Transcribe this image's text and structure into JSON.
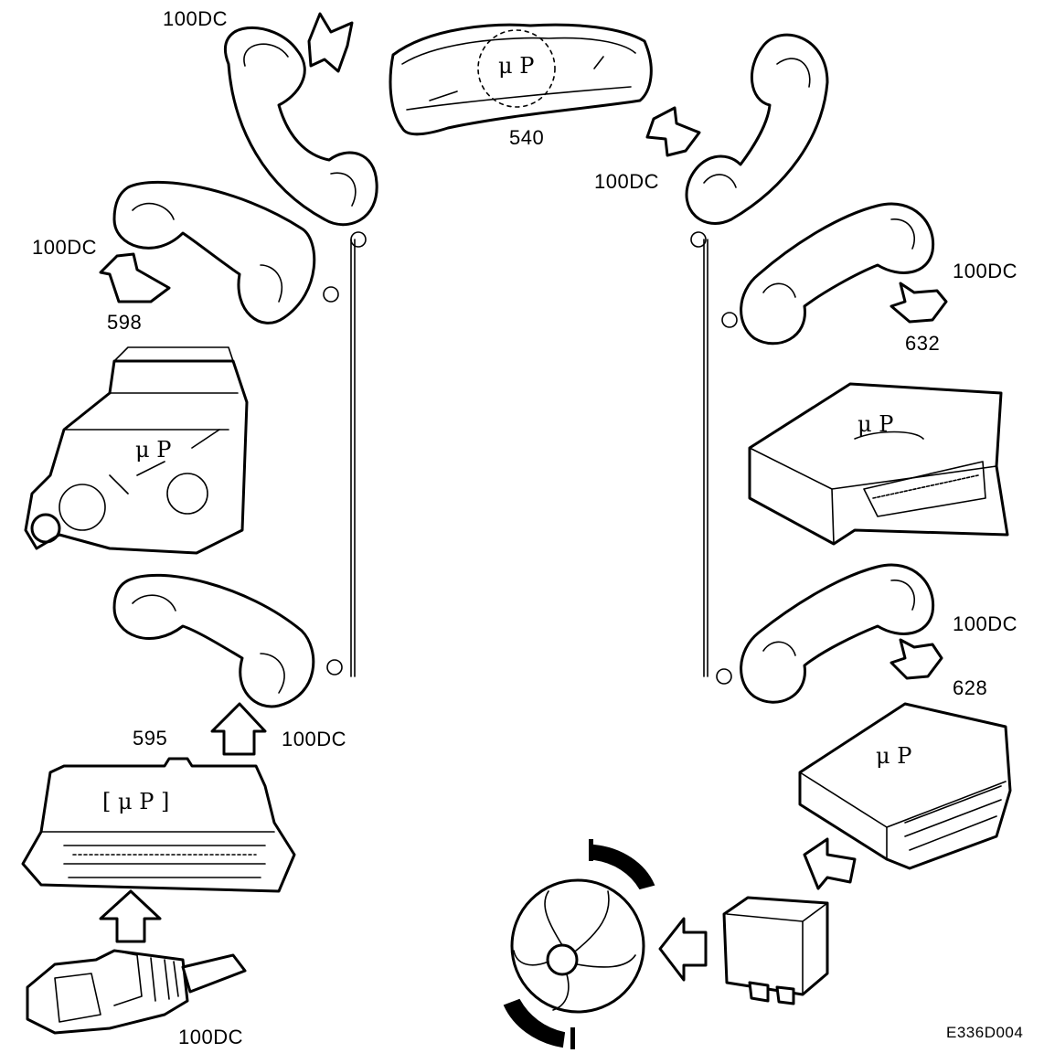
{
  "labels": {
    "phone_top_left": "100DC",
    "phone_mid_left": "100DC",
    "phone_low_left": "100DC",
    "phone_top_right": "100DC",
    "phone_mid_right": "100DC",
    "phone_low_right": "100DC",
    "sensor": "100DC",
    "instrument_panel": "540",
    "pump_ecu": "598",
    "engine_ecu": "595",
    "right_box": "632",
    "relay_ecu": "628",
    "figure_ref": "E336D004"
  },
  "mp_text": "μ P",
  "mp_bracket_text": "[ μ P ]",
  "colors": {
    "ink": "#000000",
    "paper": "#ffffff"
  }
}
